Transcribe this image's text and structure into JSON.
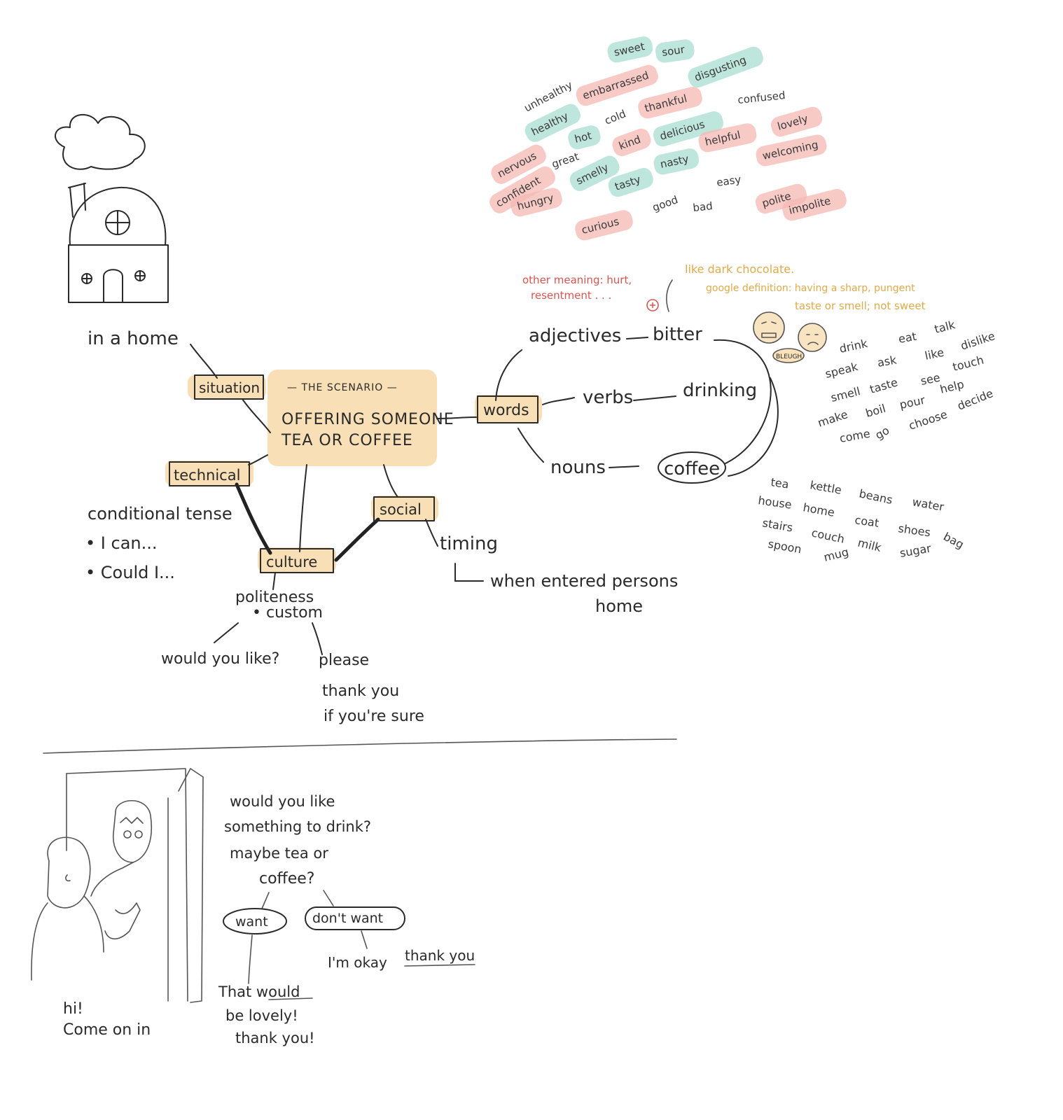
{
  "scenario": {
    "heading": "— THE SCENARIO —",
    "line1": "OFFERING SOMEONE",
    "line2": "TEA OR COFFEE"
  },
  "branches": {
    "situation": "situation",
    "technical": "technical",
    "culture": "culture",
    "social": "social",
    "words": "words"
  },
  "situation_note": "in a home",
  "technical_notes": [
    "conditional tense",
    "• I can...",
    "• Could I..."
  ],
  "culture_notes": {
    "politeness": "politeness",
    "custom": "• custom",
    "would_you_like": "would you like?",
    "polite_phrases": [
      "please",
      "thank you",
      "if you're sure"
    ]
  },
  "social_notes": {
    "timing": "timing",
    "when_line1": "when entered persons",
    "when_line2": "home"
  },
  "word_types": {
    "adjectives": "adjectives",
    "verbs": "verbs",
    "nouns": "nouns",
    "adj_example": "bitter",
    "verb_example": "drinking",
    "noun_example": "coffee"
  },
  "bitter_notes": {
    "other_meaning_1": "other meaning: hurt,",
    "other_meaning_2": "resentment . . .",
    "like": "like dark chocolate.",
    "definition_1": "google definition: having a sharp, pungent",
    "definition_2": "taste or smell; not sweet",
    "blech": "BLEUGH"
  },
  "adjective_cloud": [
    {
      "word": "sweet",
      "tone": "mint"
    },
    {
      "word": "sour",
      "tone": "mint"
    },
    {
      "word": "unhealthy",
      "tone": "none"
    },
    {
      "word": "embarrassed",
      "tone": "pink"
    },
    {
      "word": "disgusting",
      "tone": "mint"
    },
    {
      "word": "thankful",
      "tone": "pink"
    },
    {
      "word": "confused",
      "tone": "none"
    },
    {
      "word": "healthy",
      "tone": "mint"
    },
    {
      "word": "hot",
      "tone": "mint"
    },
    {
      "word": "cold",
      "tone": "none"
    },
    {
      "word": "kind",
      "tone": "pink"
    },
    {
      "word": "delicious",
      "tone": "mint"
    },
    {
      "word": "helpful",
      "tone": "pink"
    },
    {
      "word": "lovely",
      "tone": "pink"
    },
    {
      "word": "nervous",
      "tone": "pink"
    },
    {
      "word": "great",
      "tone": "none"
    },
    {
      "word": "smelly",
      "tone": "mint"
    },
    {
      "word": "nasty",
      "tone": "mint"
    },
    {
      "word": "welcoming",
      "tone": "pink"
    },
    {
      "word": "confident",
      "tone": "pink"
    },
    {
      "word": "tasty",
      "tone": "mint"
    },
    {
      "word": "easy",
      "tone": "none"
    },
    {
      "word": "hungry",
      "tone": "pink"
    },
    {
      "word": "good",
      "tone": "none"
    },
    {
      "word": "bad",
      "tone": "none"
    },
    {
      "word": "polite",
      "tone": "pink"
    },
    {
      "word": "impolite",
      "tone": "pink"
    },
    {
      "word": "curious",
      "tone": "pink"
    }
  ],
  "verb_list": [
    "drink",
    "eat",
    "talk",
    "speak",
    "ask",
    "like",
    "dislike",
    "smell",
    "taste",
    "see",
    "touch",
    "make",
    "boil",
    "pour",
    "help",
    "come",
    "go",
    "choose",
    "decide"
  ],
  "noun_list": [
    "tea",
    "kettle",
    "beans",
    "water",
    "house",
    "home",
    "coat",
    "shoes",
    "bag",
    "stairs",
    "couch",
    "milk",
    "sugar",
    "spoon",
    "mug"
  ],
  "comic": {
    "greeting_1": "hi!",
    "greeting_2": "Come on in",
    "offer_1": "would you like",
    "offer_2": "something to drink?",
    "offer_3": "maybe tea or",
    "offer_4": "coffee?",
    "want": "want",
    "dont_want": "don't want",
    "decline_1": "I'm okay",
    "decline_2": "thank you",
    "accept_1": "That would",
    "accept_2": "be lovely!",
    "accept_3": "thank you!"
  },
  "colors": {
    "highlight": "#f7d9a8",
    "pink": "#f4b8b3",
    "mint": "#a8ddd0",
    "orange_ink": "#e0a94a",
    "red_ink": "#d9554f"
  }
}
